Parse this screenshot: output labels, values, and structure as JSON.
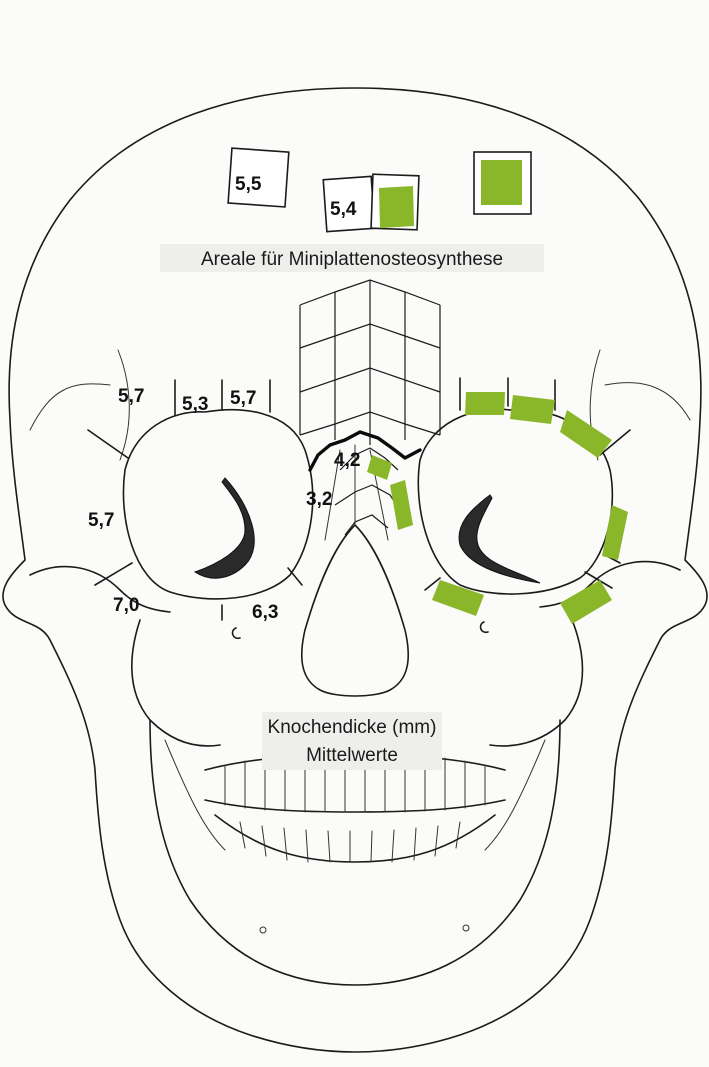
{
  "labels": {
    "title_top": "Areale für Miniplattenosteosynthese",
    "title_bottom_line1": "Knochendicke (mm)",
    "title_bottom_line2": "Mittelwerte"
  },
  "measurements": {
    "frontal_left": "5,5",
    "frontal_center": "5,4",
    "orbit_upper_left": "5,7",
    "orbit_upper_mid": "5,3",
    "orbit_upper_right": "5,7",
    "orbit_lateral": "5,7",
    "orbit_lower_lateral": "7,0",
    "orbit_lower_medial": "6,3",
    "nasal_upper": "4,2",
    "nasal_lower": "3,2"
  },
  "colors": {
    "plate_area": "#8ab62a",
    "line": "#1b1b1b"
  }
}
